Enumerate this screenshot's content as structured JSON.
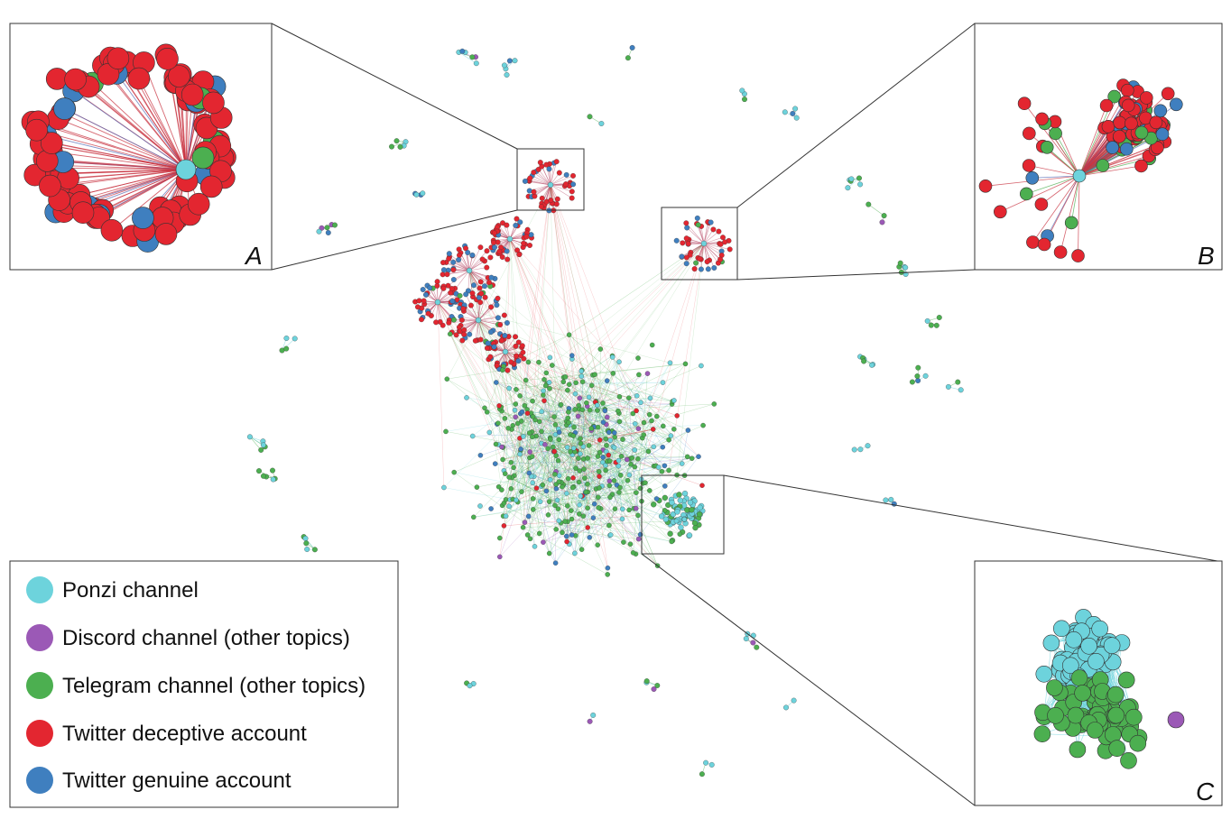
{
  "colors": {
    "ponzi": "#6dd3dc",
    "discord": "#9b59b6",
    "telegram": "#4caf50",
    "deceptive": "#e32630",
    "genuine": "#3f7fbf",
    "stroke": "#333333"
  },
  "legend": {
    "items": [
      {
        "key": "ponzi",
        "label": "Ponzi channel"
      },
      {
        "key": "discord",
        "label": "Discord channel (other topics)"
      },
      {
        "key": "telegram",
        "label": "Telegram channel (other topics)"
      },
      {
        "key": "deceptive",
        "label": "Twitter deceptive account"
      },
      {
        "key": "genuine",
        "label": "Twitter genuine account"
      }
    ]
  },
  "insets": {
    "a": {
      "tag": "A"
    },
    "b": {
      "tag": "B"
    },
    "c": {
      "tag": "C"
    }
  }
}
